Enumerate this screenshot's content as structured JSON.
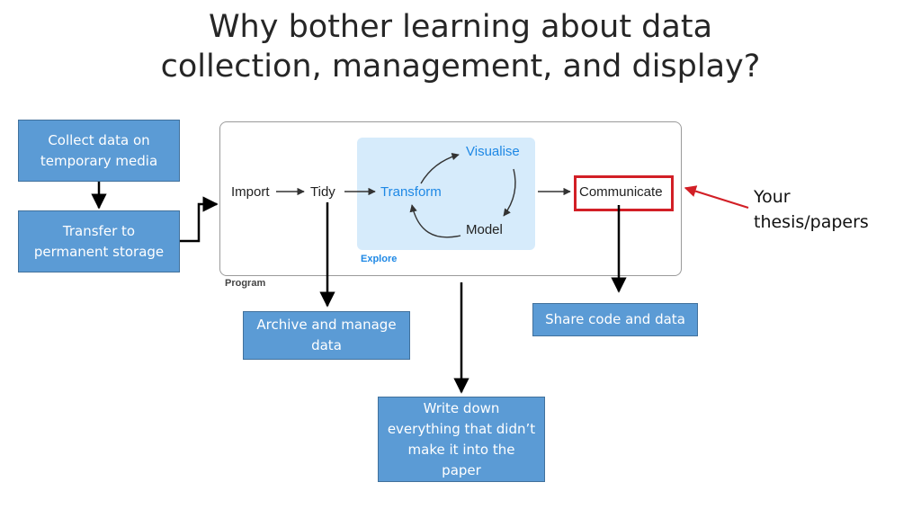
{
  "title_lines": [
    "Why bother learning about data",
    "collection, management, and display?"
  ],
  "boxes": {
    "collect": [
      "Collect data on",
      "temporary media"
    ],
    "transfer": [
      "Transfer to",
      "permanent storage"
    ],
    "archive": [
      "Archive and manage",
      "data"
    ],
    "share": [
      "Share code and data"
    ],
    "write": [
      "Write down",
      "everything that didn’t",
      "make it into the",
      "paper"
    ]
  },
  "program": {
    "import": "Import",
    "tidy": "Tidy",
    "transform": "Transform",
    "visualise": "Visualise",
    "model": "Model",
    "communicate": "Communicate",
    "explore": "Explore",
    "program": "Program"
  },
  "thesis_lines": [
    "Your",
    "thesis/papers"
  ],
  "colors": {
    "box_fill": "#5b9bd5",
    "highlight": "#d21f26",
    "flow_blue": "#1e88e5"
  }
}
